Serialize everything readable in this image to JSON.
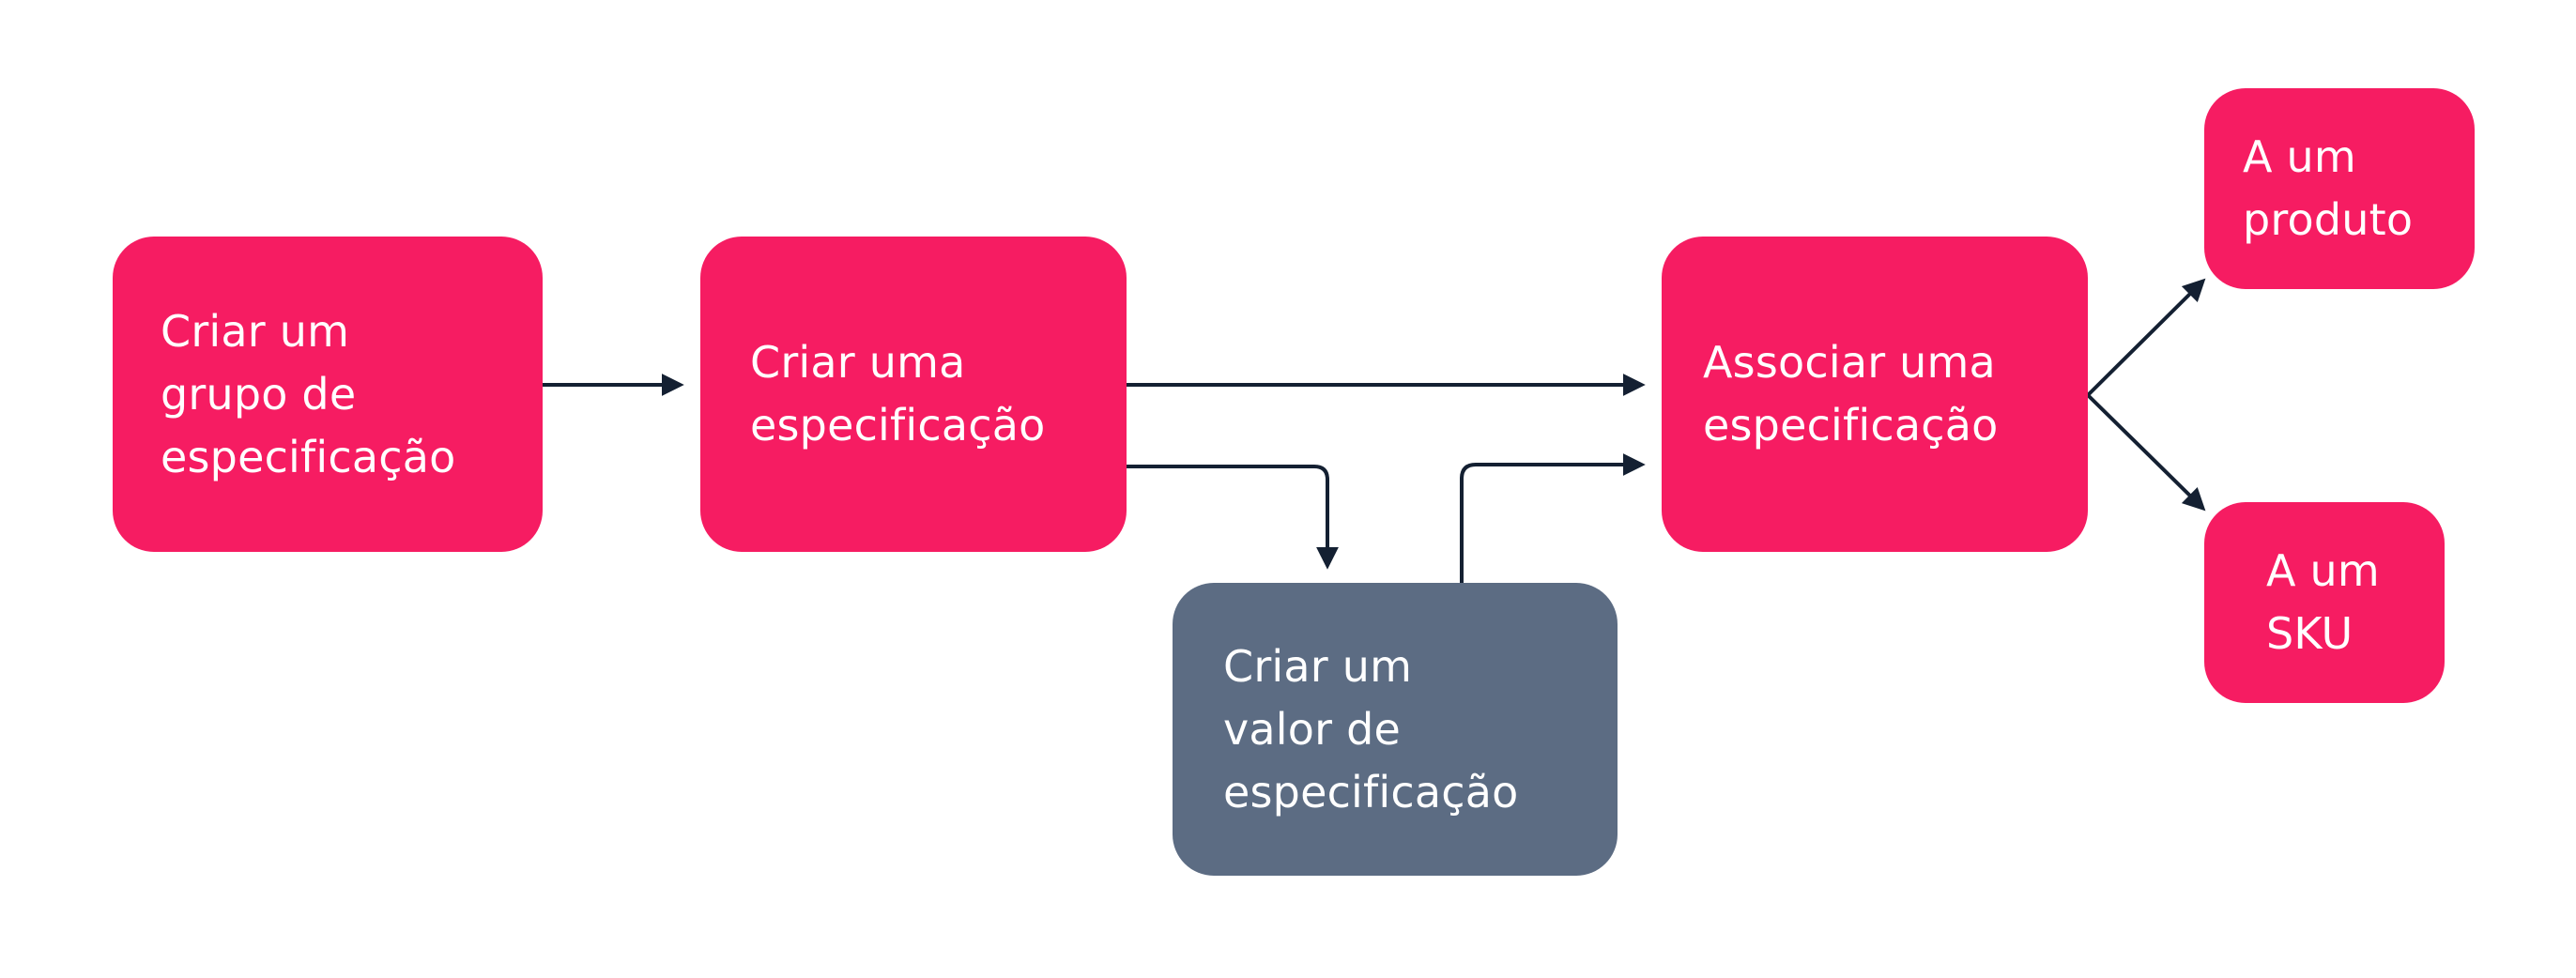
{
  "colors": {
    "primary": "#F61C62",
    "secondary": "#5C6C83",
    "edge": "#142032",
    "text": "#FFFFFF"
  },
  "nodes": {
    "create_group": {
      "label": "Criar um\ngrupo de\nespecificação"
    },
    "create_spec": {
      "label": "Criar uma\nespecificação"
    },
    "create_value": {
      "label": "Criar um\nvalor de\nespecificação"
    },
    "associate_spec": {
      "label": "Associar  uma\nespecificação"
    },
    "to_product": {
      "label": "A um\nproduto"
    },
    "to_sku": {
      "label": "A um\nSKU"
    }
  },
  "edges": [
    {
      "from": "create_group",
      "to": "create_spec"
    },
    {
      "from": "create_spec",
      "to": "associate_spec"
    },
    {
      "from": "create_spec",
      "to": "create_value"
    },
    {
      "from": "create_value",
      "to": "associate_spec"
    },
    {
      "from": "associate_spec",
      "to": "to_product"
    },
    {
      "from": "associate_spec",
      "to": "to_sku"
    }
  ]
}
